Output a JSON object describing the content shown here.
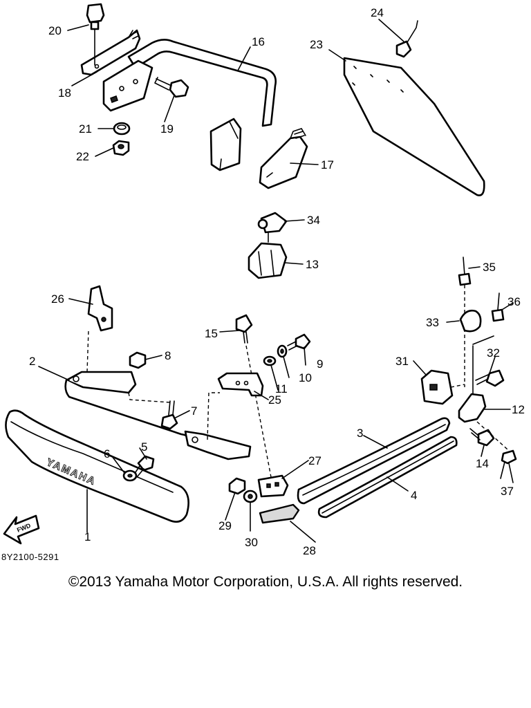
{
  "diagram": {
    "ref_code": "8Y2100-5291",
    "copyright": "©2013 Yamaha Motor Corporation, U.S.A. All rights reserved.",
    "bumper_brand": "YAMAHA",
    "front_arrow_label": "FWD",
    "callouts": [
      "1",
      "2",
      "3",
      "4",
      "5",
      "6",
      "7",
      "8",
      "9",
      "10",
      "11",
      "12",
      "13",
      "14",
      "15",
      "16",
      "17",
      "18",
      "19",
      "20",
      "21",
      "22",
      "23",
      "24",
      "25",
      "26",
      "27",
      "28",
      "29",
      "30",
      "31",
      "32",
      "33",
      "34",
      "35",
      "36",
      "37"
    ]
  }
}
